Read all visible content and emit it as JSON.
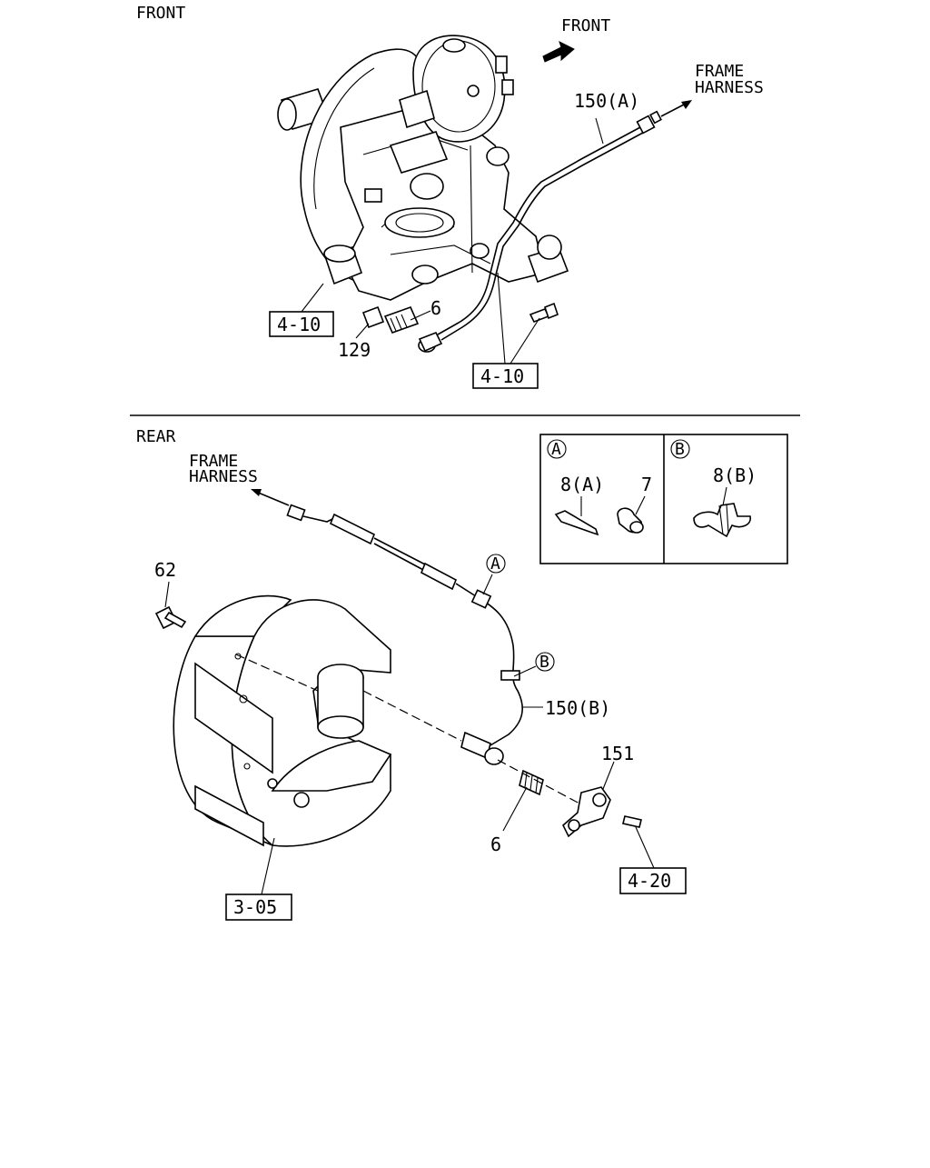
{
  "front_section": {
    "title": "FRONT",
    "direction_label": "FRONT",
    "frame_harness_label_1": "FRAME",
    "frame_harness_label_2": "HARNESS",
    "callouts": {
      "sensor_cable": "150(A)",
      "sensor": "6",
      "bushing": "129"
    },
    "ref_boxes": {
      "knuckle_ref": "4-10",
      "bracket_ref": "4-10"
    }
  },
  "rear_section": {
    "title": "REAR",
    "frame_harness_label_1": "FRAME",
    "frame_harness_label_2": "HARNESS",
    "callouts": {
      "bolt": "62",
      "cable": "150(B)",
      "bracket": "151",
      "sensor": "6",
      "clip_a_marker": "A",
      "clip_b_marker": "B"
    },
    "ref_boxes": {
      "brake_ref": "3-05",
      "bracket_bolt_ref": "4-20"
    }
  },
  "detail_box": {
    "panel_a": {
      "marker": "A",
      "clip_label": "8(A)",
      "grommet_label": "7"
    },
    "panel_b": {
      "marker": "B",
      "clip_label": "8(B)"
    }
  }
}
